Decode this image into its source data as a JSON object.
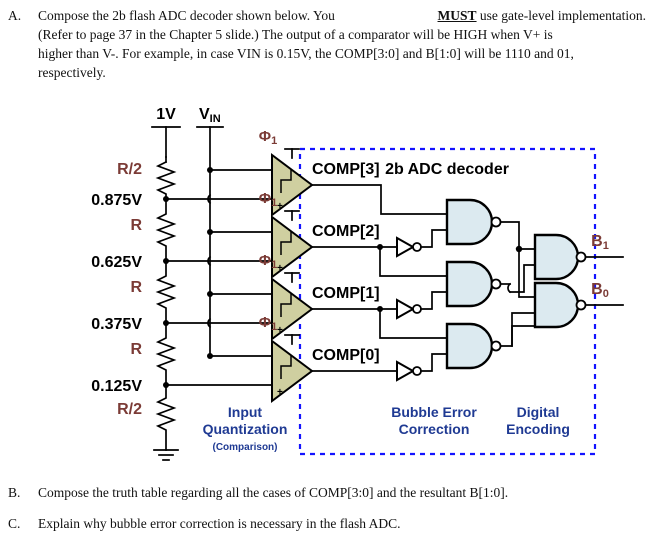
{
  "questions": [
    {
      "id": "A",
      "label": "A.",
      "line1_a": "Compose the 2b flash ADC decoder shown below. You ",
      "line1_strong": "MUST",
      "line1_b": " use gate-level implementation.",
      "line2": "(Refer to page 37 in the Chapter 5 slide.) The output of a comparator will be HIGH when V+ is",
      "line3": "higher than V-. For example, in case VIN is 0.15V, the COMP[3:0] and B[1:0] will be 1110 and 01,",
      "line4": "respectively."
    },
    {
      "id": "B",
      "label": "B.",
      "text": "Compose the truth table regarding all the cases of COMP[3:0] and the resultant B[1:0]."
    },
    {
      "id": "C",
      "label": "C.",
      "text": "Explain why bubble error correction is necessary in the flash ADC."
    }
  ],
  "figure": {
    "supply_label": "1V",
    "input_label": "V",
    "input_label_sub": "IN",
    "ground_icon": "ground-icon",
    "resistors": [
      {
        "label": "R/2"
      },
      {
        "label": "R"
      },
      {
        "label": "R"
      },
      {
        "label": "R"
      },
      {
        "label": "R/2"
      }
    ],
    "tap_voltages": [
      "0.875V",
      "0.625V",
      "0.375V",
      "0.125V"
    ],
    "comparators": [
      {
        "clock": "Φ",
        "clock_sub": "1",
        "plus": "+",
        "minus": "−"
      },
      {
        "clock": "Φ",
        "clock_sub": "1",
        "plus": "+",
        "minus": "−"
      },
      {
        "clock": "Φ",
        "clock_sub": "1",
        "plus": "+",
        "minus": "−"
      },
      {
        "clock": "Φ",
        "clock_sub": "1",
        "plus": "+",
        "minus": "−"
      }
    ],
    "comp_labels": [
      "COMP[3]",
      "COMP[2]",
      "COMP[1]",
      "COMP[0]"
    ],
    "decoder_title": "2b ADC decoder",
    "outputs": [
      {
        "name": "B",
        "sub": "1"
      },
      {
        "name": "B",
        "sub": "0"
      }
    ],
    "section_labels": {
      "input_quant_line1": "Input",
      "input_quant_line2": "Quantization",
      "input_quant_line3": "(Comparison)",
      "bubble_line1": "Bubble Error",
      "bubble_line2": "Correction",
      "digital_line1": "Digital",
      "digital_line2": "Encoding"
    },
    "colors": {
      "maroon": "#7B3B36",
      "navy": "#1F3A93",
      "dashed_blue": "#1414FF",
      "comparator_fill": "#CFCFA0",
      "gate_fill": "#DCEAF0",
      "wire": "#000000"
    }
  }
}
